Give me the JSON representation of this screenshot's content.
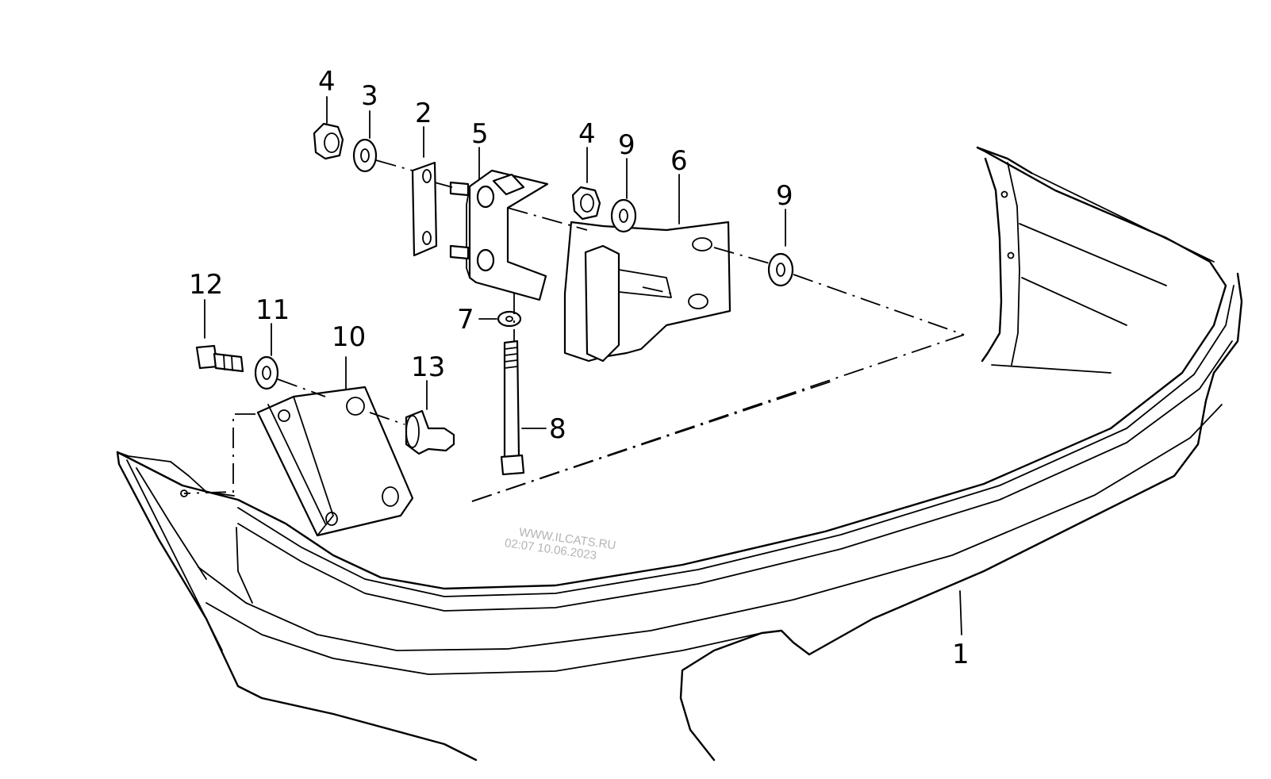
{
  "diagram": {
    "callouts": [
      {
        "id": "c1",
        "label": "1"
      },
      {
        "id": "c2",
        "label": "2"
      },
      {
        "id": "c3",
        "label": "3"
      },
      {
        "id": "c4a",
        "label": "4"
      },
      {
        "id": "c4b",
        "label": "4"
      },
      {
        "id": "c5",
        "label": "5"
      },
      {
        "id": "c6",
        "label": "6"
      },
      {
        "id": "c7",
        "label": "7"
      },
      {
        "id": "c8",
        "label": "8"
      },
      {
        "id": "c9a",
        "label": "9"
      },
      {
        "id": "c9b",
        "label": "9"
      },
      {
        "id": "c10",
        "label": "10"
      },
      {
        "id": "c11",
        "label": "11"
      },
      {
        "id": "c12",
        "label": "12"
      },
      {
        "id": "c13",
        "label": "13"
      }
    ],
    "watermark": {
      "line1": "WWW.ILCATS.RU",
      "line2": "02:07 10.06.2023"
    }
  }
}
